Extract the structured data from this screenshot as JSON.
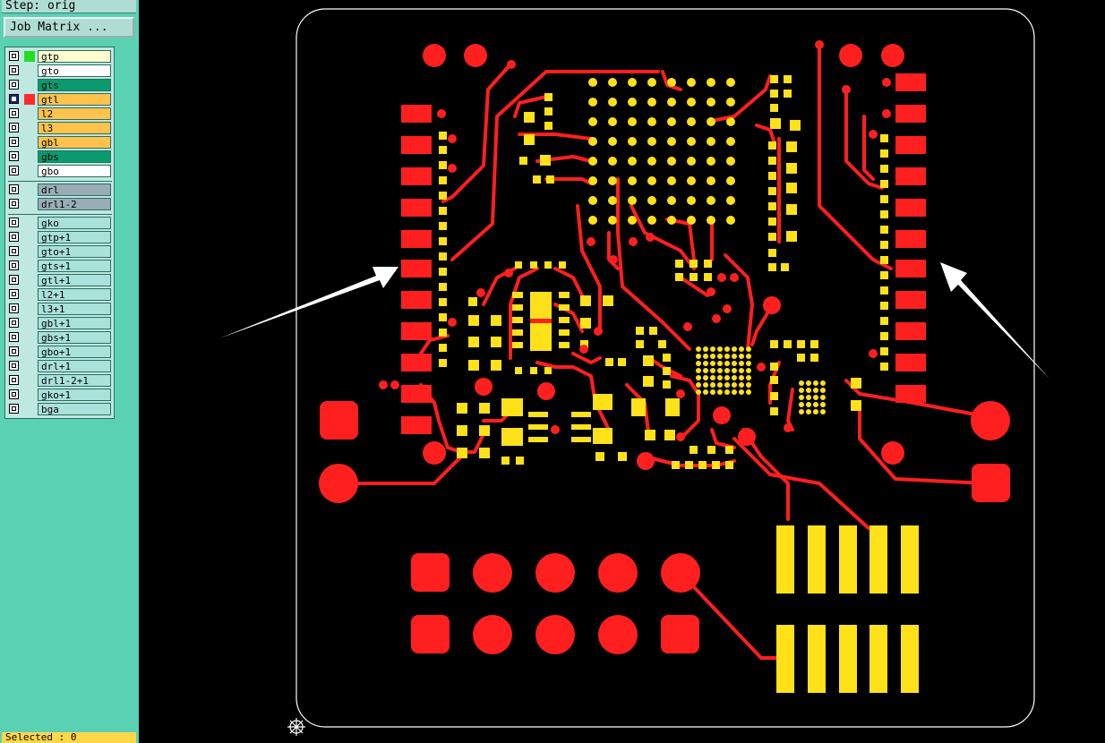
{
  "panel": {
    "step_label": "Step: orig",
    "job_matrix_button": "Job Matrix ...",
    "status": "Selected : 0"
  },
  "layers": [
    {
      "name": "gtp",
      "bg": "#fffbd0",
      "swatch": "#22dd22",
      "active": false
    },
    {
      "name": "gto",
      "bg": "#ffffff",
      "swatch": "",
      "active": false
    },
    {
      "name": "gts",
      "bg": "#0a9a6e",
      "swatch": "",
      "active": false
    },
    {
      "name": "gtl",
      "bg": "#ffc24d",
      "swatch": "#ff2a2a",
      "active": true
    },
    {
      "name": "l2",
      "bg": "#ffc24d",
      "swatch": "",
      "active": false
    },
    {
      "name": "l3",
      "bg": "#ffc24d",
      "swatch": "",
      "active": false
    },
    {
      "name": "gbl",
      "bg": "#ffc24d",
      "swatch": "",
      "active": false
    },
    {
      "name": "gbs",
      "bg": "#0a9a6e",
      "swatch": "",
      "active": false
    },
    {
      "name": "gbo",
      "bg": "#ffffff",
      "swatch": "",
      "active": false
    },
    {
      "name": "drl",
      "bg": "#98adb5",
      "swatch": "",
      "active": false
    },
    {
      "name": "drl1-2",
      "bg": "#98adb5",
      "swatch": "",
      "active": false
    },
    {
      "name": "gko",
      "bg": "#a9e2da",
      "swatch": "",
      "active": false
    },
    {
      "name": "gtp+1",
      "bg": "#a9e2da",
      "swatch": "",
      "active": false
    },
    {
      "name": "gto+1",
      "bg": "#a9e2da",
      "swatch": "",
      "active": false
    },
    {
      "name": "gts+1",
      "bg": "#a9e2da",
      "swatch": "",
      "active": false
    },
    {
      "name": "gtl+1",
      "bg": "#a9e2da",
      "swatch": "",
      "active": false
    },
    {
      "name": "l2+1",
      "bg": "#a9e2da",
      "swatch": "",
      "active": false
    },
    {
      "name": "l3+1",
      "bg": "#a9e2da",
      "swatch": "",
      "active": false
    },
    {
      "name": "gbl+1",
      "bg": "#a9e2da",
      "swatch": "",
      "active": false
    },
    {
      "name": "gbs+1",
      "bg": "#a9e2da",
      "swatch": "",
      "active": false
    },
    {
      "name": "gbo+1",
      "bg": "#a9e2da",
      "swatch": "",
      "active": false
    },
    {
      "name": "drl+1",
      "bg": "#a9e2da",
      "swatch": "",
      "active": false
    },
    {
      "name": "drl1-2+1",
      "bg": "#a9e2da",
      "swatch": "",
      "active": false
    },
    {
      "name": "gko+1",
      "bg": "#a9e2da",
      "swatch": "",
      "active": false
    },
    {
      "name": "bga",
      "bg": "#a9e2da",
      "swatch": "",
      "active": false
    }
  ],
  "colors": {
    "copper": "#ff1f1f",
    "pad": "#ffe11a",
    "outline": "#ffffff",
    "panel": "#5bd1b4"
  },
  "icons": {
    "origin": "crosshair-origin-icon",
    "annotation": "arrow-icon"
  }
}
